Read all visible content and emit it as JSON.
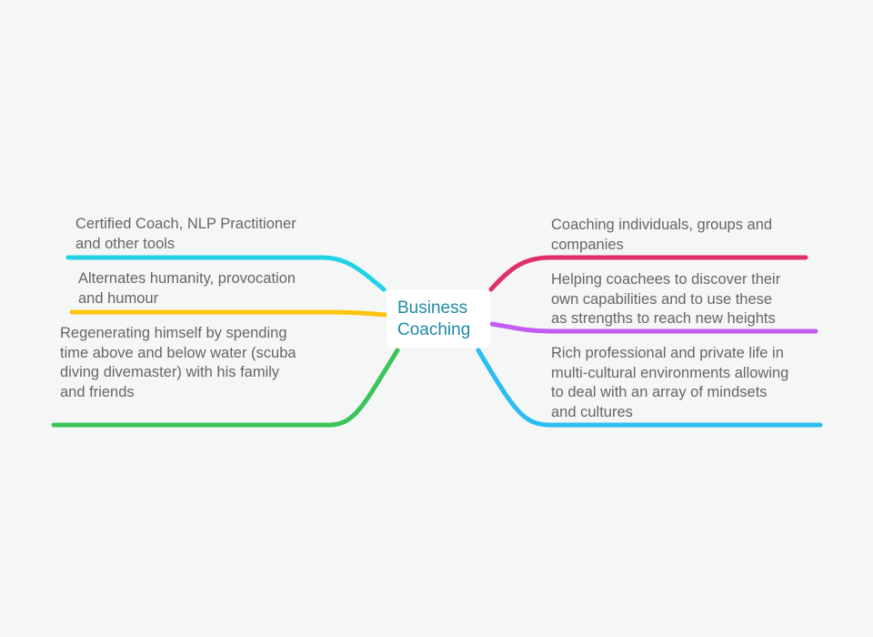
{
  "central_topic": {
    "lines": [
      "Business",
      "Coaching"
    ],
    "color": "#1f8aa5"
  },
  "branches": [
    {
      "side": "left",
      "color": "#22d3e6",
      "lines": [
        "Certified Coach, NLP Practitioner",
        "and other tools"
      ]
    },
    {
      "side": "left",
      "color": "#fbc50f",
      "lines": [
        "Alternates humanity, provocation",
        "and humour"
      ]
    },
    {
      "side": "left",
      "color": "#3bc45a",
      "lines": [
        "Regenerating himself by spending",
        "time above and below water (scuba",
        "diving divemaster) with his family",
        "and friends"
      ]
    },
    {
      "side": "right",
      "color": "#e0306a",
      "lines": [
        "Coaching individuals, groups and",
        "companies"
      ]
    },
    {
      "side": "right",
      "color": "#c35cf0",
      "lines": [
        "Helping coachees to discover their",
        "own capabilities and to use these",
        "as strengths to reach new heights"
      ]
    },
    {
      "side": "right",
      "color": "#2bbcf4",
      "lines": [
        "Rich professional and private life in",
        "multi-cultural environments allowing",
        "to deal with an array of mindsets",
        "and cultures"
      ]
    }
  ]
}
